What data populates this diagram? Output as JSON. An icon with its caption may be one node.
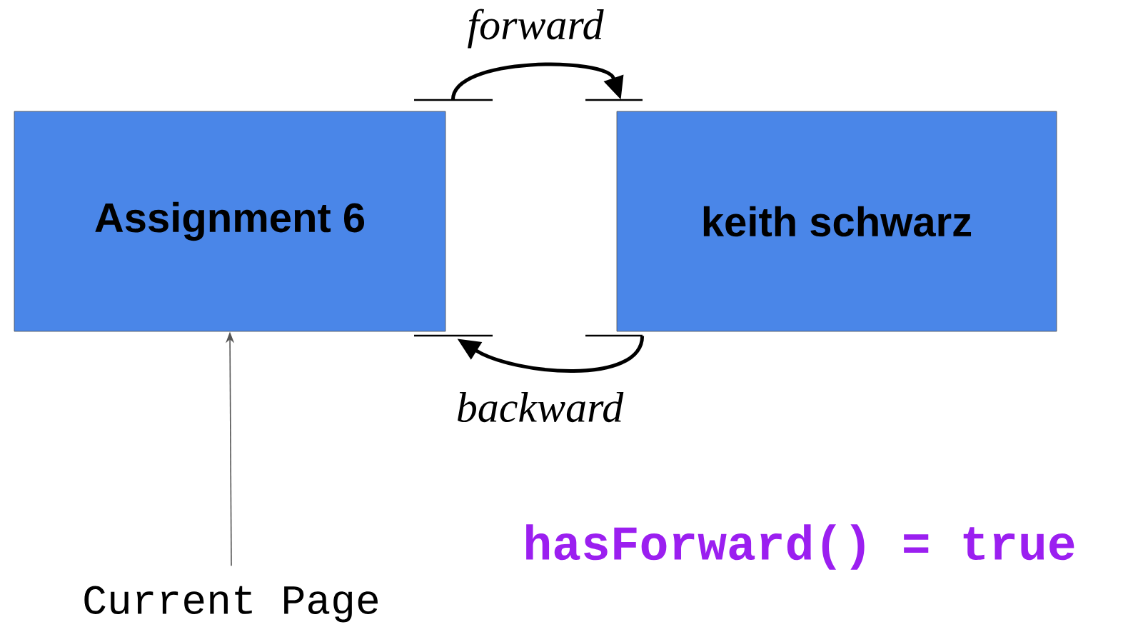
{
  "diagram": {
    "nodes": [
      {
        "text": [
          "Assignment 6"
        ]
      },
      {
        "text": [
          "keith schwarz"
        ]
      },
      {
        "text": [
          "Current Page"
        ]
      }
    ],
    "edges": [
      {
        "from": 0,
        "to": 1,
        "arrow": "to",
        "label": "forward"
      },
      {
        "from": 1,
        "to": 0,
        "arrow": "to",
        "label": "backward"
      },
      {
        "from": 2,
        "to": 0,
        "arrow": "to",
        "color": "#555555"
      }
    ],
    "labels": [
      "hasForward() = true"
    ]
  }
}
